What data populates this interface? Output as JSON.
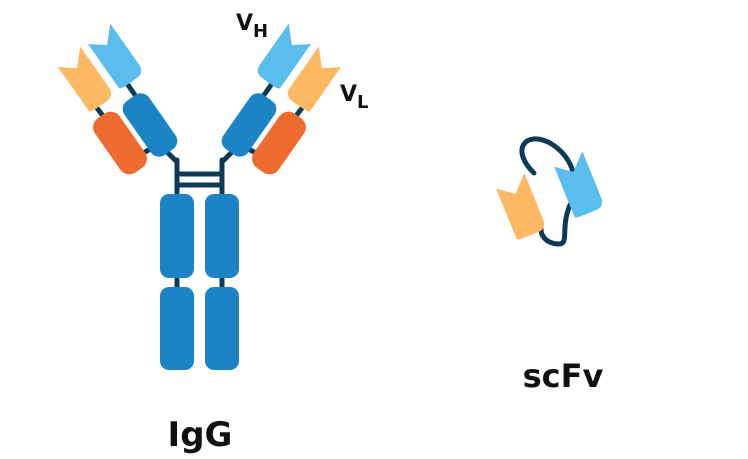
{
  "labels": {
    "vh_base": "V",
    "vh_sub": "H",
    "vl_base": "V",
    "vl_sub": "L",
    "igg": "IgG",
    "scfv": "scFv"
  },
  "colors": {
    "heavy_constant": "#1b83c6",
    "heavy_variable": "#5bbdee",
    "light_variable": "#fdb863",
    "light_constant": "#ef6a2e",
    "linker": "#0d3b57"
  }
}
